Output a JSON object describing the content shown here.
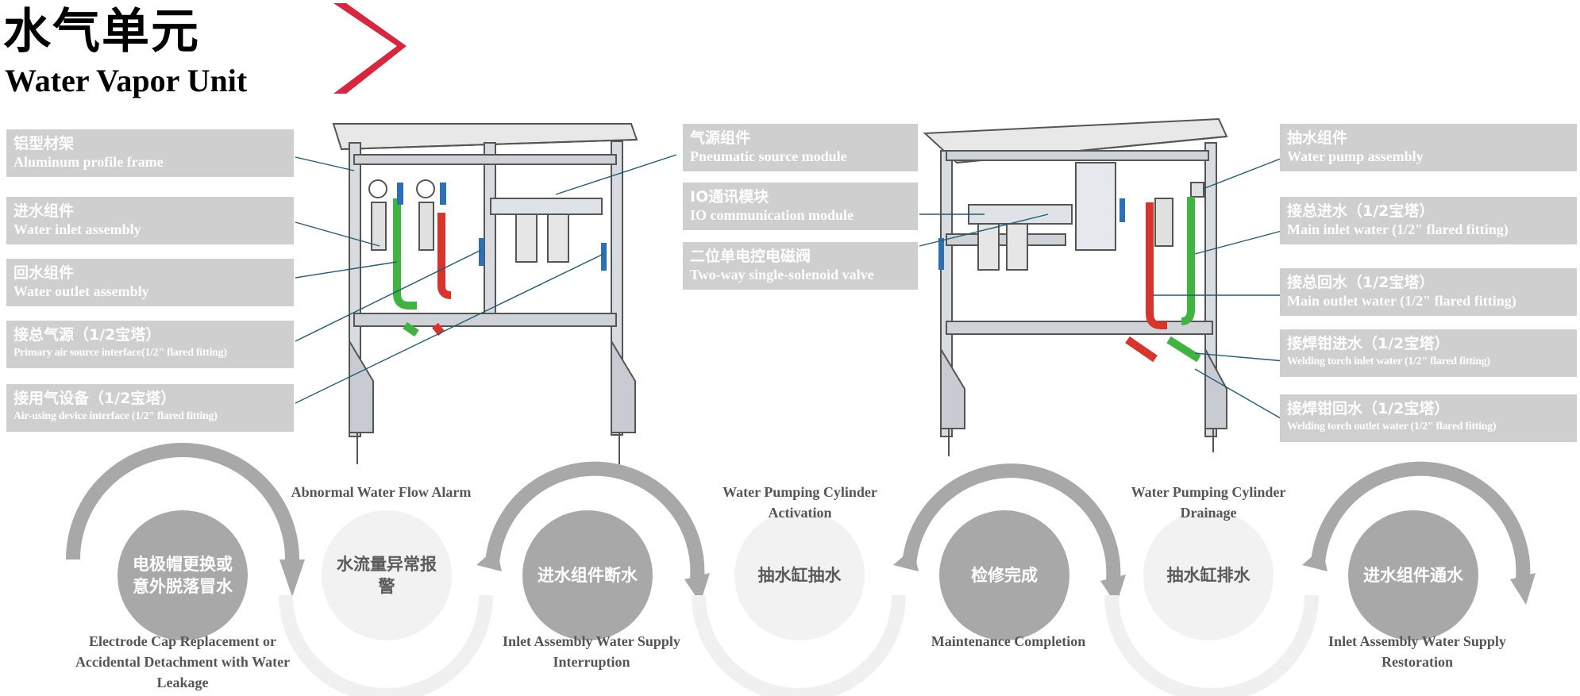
{
  "header": {
    "title_zh": "水气单元",
    "title_en": "Water Vapor Unit",
    "accent_color": "#d7263d"
  },
  "left_labels": [
    {
      "zh": "铝型材架",
      "en": "Aluminum profile frame"
    },
    {
      "zh": "进水组件",
      "en": "Water inlet assembly"
    },
    {
      "zh": "回水组件",
      "en": "Water outlet assembly"
    },
    {
      "zh": "接总气源（1/2宝塔）",
      "en": "Primary air source interface(1/2\" flared fitting)"
    },
    {
      "zh": "接用气设备（1/2宝塔）",
      "en": "Air-using device interface (1/2\" flared fitting)"
    }
  ],
  "middle_labels": [
    {
      "zh": "气源组件",
      "en": "Pneumatic source module"
    },
    {
      "zh": "IO通讯模块",
      "en": "IO communication module"
    },
    {
      "zh": "二位单电控电磁阀",
      "en": "Two-way single-solenoid valve"
    }
  ],
  "right_labels": [
    {
      "zh": "抽水组件",
      "en": "Water pump assembly"
    },
    {
      "zh": "接总进水（1/2宝塔）",
      "en": "Main inlet water (1/2\" flared fitting)"
    },
    {
      "zh": "接总回水（1/2宝塔）",
      "en": "Main outlet water (1/2\" flared fitting)"
    },
    {
      "zh": "接焊钳进水（1/2宝塔）",
      "en": "Welding torch inlet water (1/2\" flared fitting)"
    },
    {
      "zh": "接焊钳回水（1/2宝塔）",
      "en": "Welding torch outlet water (1/2\" flared fitting)"
    }
  ],
  "flow": {
    "steps": [
      {
        "zh": "电极帽更换或意外脱落冒水",
        "en": "Electrode Cap Replacement or Accidental Detachment with Water Leakage"
      },
      {
        "zh": "水流量异常报警",
        "en": "Abnormal Water Flow Alarm"
      },
      {
        "zh": "进水组件断水",
        "en": "Inlet Assembly Water Supply Interruption"
      },
      {
        "zh": "抽水缸抽水",
        "en": "Water Pumping Cylinder Activation"
      },
      {
        "zh": "检修完成",
        "en": "Maintenance Completion"
      },
      {
        "zh": "抽水缸排水",
        "en": "Water Pumping Cylinder Drainage"
      },
      {
        "zh": "进水组件通水",
        "en": "Inlet Assembly Water Supply Restoration"
      }
    ],
    "dark_color": "#a8a8a8",
    "light_color": "#f2f2f2"
  }
}
